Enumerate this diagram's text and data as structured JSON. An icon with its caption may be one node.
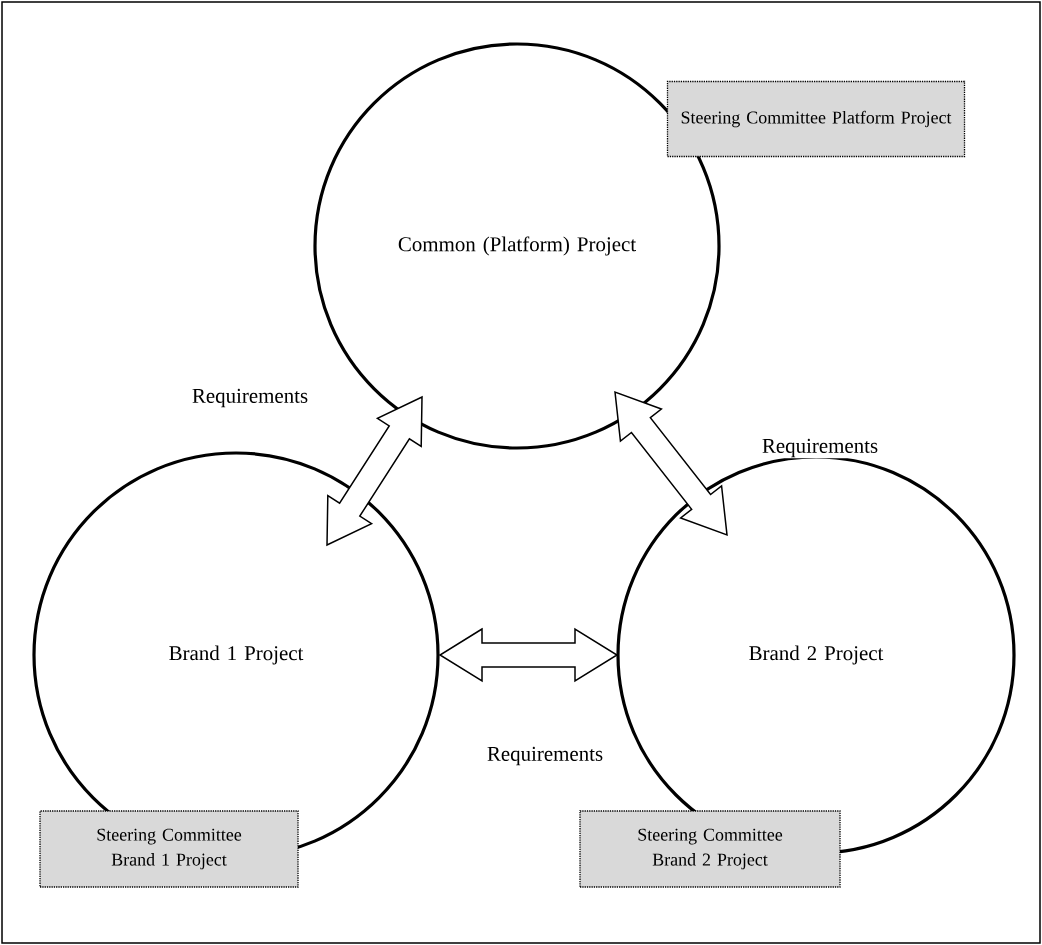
{
  "diagram": {
    "nodes": [
      {
        "text": [
          "Common (Platform) Project"
        ]
      },
      {
        "text": [
          "Brand 1 Project"
        ]
      },
      {
        "text": [
          "Brand 2 Project"
        ]
      },
      {
        "text": [
          "Steering Committee Platform Project"
        ]
      },
      {
        "text": [
          "Steering Committee Brand 1 Project"
        ]
      },
      {
        "text": [
          "Steering Committee Brand 2 Project"
        ]
      }
    ],
    "edges": [
      {
        "from": 1,
        "to": 0,
        "arrow": "both",
        "label": "Requirements"
      },
      {
        "from": 0,
        "to": 2,
        "arrow": "both",
        "label": "Requirements"
      },
      {
        "from": 1,
        "to": 2,
        "arrow": "both",
        "label": "Requirements"
      }
    ]
  }
}
